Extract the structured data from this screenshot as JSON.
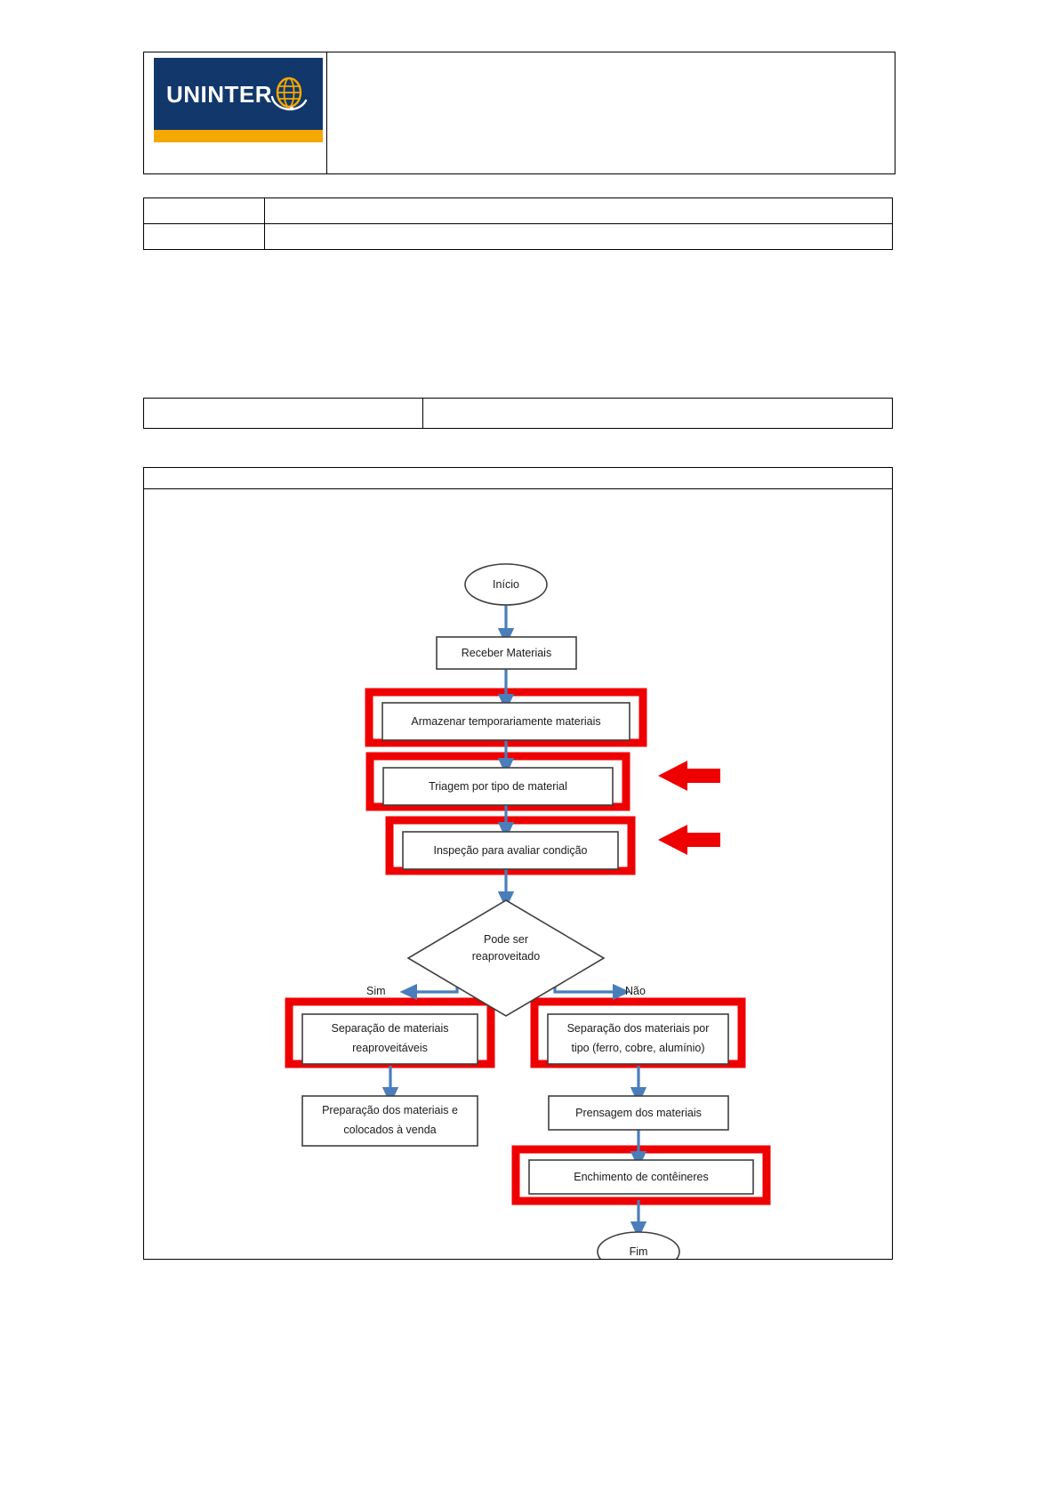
{
  "document": {
    "header": {
      "logo": {
        "wordmark": "UNINTER",
        "icon": "globe-icon",
        "bg_color": "#12376b",
        "accent_color": "#f5a800"
      },
      "right_cell_text": ""
    },
    "info_table": {
      "rows": [
        {
          "label": "",
          "value": ""
        },
        {
          "label": "",
          "value": ""
        }
      ]
    },
    "mid_table": {
      "rows": [
        {
          "left": "",
          "right": ""
        }
      ]
    }
  },
  "flowchart": {
    "title_bar_text": "",
    "colors": {
      "connector": "#4a7ebb",
      "node_border": "#3f3f3f",
      "highlight": "#ef0000",
      "text": "#1a1a1a"
    },
    "nodes": [
      {
        "id": "inicio",
        "shape": "ellipse",
        "label": "Início",
        "highlighted": false
      },
      {
        "id": "receber",
        "shape": "rect",
        "label": "Receber Materiais",
        "highlighted": false
      },
      {
        "id": "armazenar",
        "shape": "rect",
        "label": "Armazenar temporariamente materiais",
        "highlighted": true
      },
      {
        "id": "triagem",
        "shape": "rect",
        "label": "Triagem por tipo de material",
        "highlighted": true
      },
      {
        "id": "inspecao",
        "shape": "rect",
        "label": "Inspeção para avaliar condição",
        "highlighted": true
      },
      {
        "id": "decisao",
        "shape": "diamond",
        "label": "Pode ser reaproveitado",
        "highlighted": false
      },
      {
        "id": "sep-reap",
        "shape": "rect",
        "label": "Separação de materiais reaproveitáveis",
        "highlighted": true
      },
      {
        "id": "sep-tipo",
        "shape": "rect",
        "label": "Separação dos materiais por tipo (ferro, cobre, alumínio)",
        "highlighted": true
      },
      {
        "id": "preparacao",
        "shape": "rect",
        "label": "Preparação dos materiais e colocados à venda",
        "highlighted": false
      },
      {
        "id": "prensagem",
        "shape": "rect",
        "label": "Prensagem dos materiais",
        "highlighted": false
      },
      {
        "id": "enchimento",
        "shape": "rect",
        "label": "Enchimento de contêineres",
        "highlighted": true
      },
      {
        "id": "fim",
        "shape": "ellipse",
        "label": "Fim",
        "highlighted": false
      }
    ],
    "branch_labels": {
      "yes": "Sim",
      "no": "Não"
    },
    "annotation_arrows": [
      {
        "points_to": "triagem",
        "direction": "left",
        "color": "#ef0000"
      },
      {
        "points_to": "inspecao",
        "direction": "left",
        "color": "#ef0000"
      }
    ],
    "node_text": {
      "inicio": "Início",
      "receber": "Receber Materiais",
      "armazenar": "Armazenar temporariamente materiais",
      "triagem": "Triagem por tipo de material",
      "inspecao": "Inspeção para avaliar condição",
      "decisao_line1": "Pode ser",
      "decisao_line2": "reaproveitado",
      "sep_reap_line1": "Separação de materiais",
      "sep_reap_line2": "reaproveitáveis",
      "sep_tipo_line1": "Separação dos materiais por",
      "sep_tipo_line2": "tipo (ferro, cobre, alumínio)",
      "preparacao_line1": "Preparação dos materiais e",
      "preparacao_line2": "colocados à venda",
      "prensagem": "Prensagem dos materiais",
      "enchimento": "Enchimento de contêineres",
      "fim": "Fim"
    }
  }
}
